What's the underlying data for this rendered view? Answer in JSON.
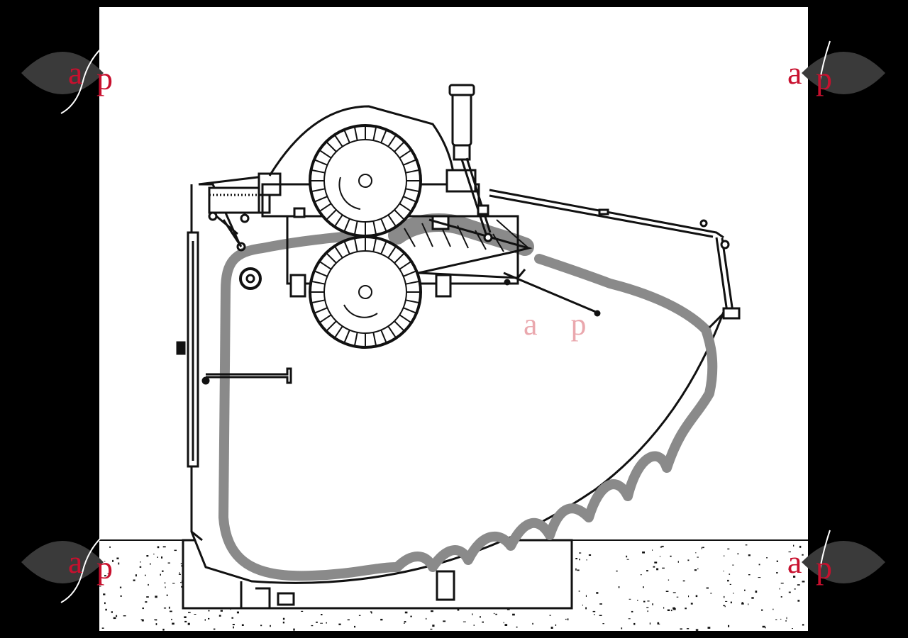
{
  "watermark": {
    "logo_text_a": "a",
    "logo_text_p": "p",
    "center_text": "a p",
    "logo_red": "#c8102e",
    "logo_gray": "#3a3a3a",
    "center_pink": "#e79aa0"
  },
  "figure": {
    "subject": "fulling-mill",
    "colors": {
      "ink": "#111111",
      "fabric": "#8a8a8a",
      "paper": "#ffffff",
      "background": "#000000"
    },
    "icons": {
      "upper_roller": "gear-roller-icon",
      "lower_roller": "gear-roller-icon",
      "pressure_cylinder": "cylinder-icon",
      "floor": "speckled-floor"
    }
  }
}
